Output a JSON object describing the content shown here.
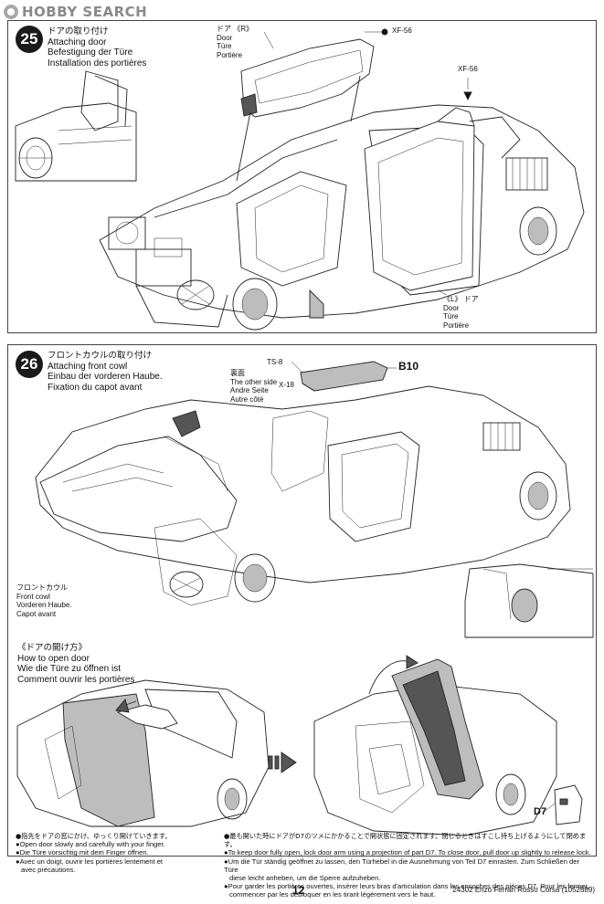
{
  "watermark": {
    "text": "HOBBY SEARCH"
  },
  "step25": {
    "number": "25",
    "title_jp": "ドアの取り付け",
    "title_en": "Attaching door",
    "title_de": "Befestigung der Türe",
    "title_fr": "Installation des portières",
    "door_r": {
      "jp": "ドア",
      "code": "《R》",
      "en": "Door",
      "de": "Türe",
      "fr": "Portière"
    },
    "door_l": {
      "jp": "ドア",
      "code": "《L》",
      "en": "Door",
      "de": "Türe",
      "fr": "Portière"
    },
    "xf56_top": "XF-56",
    "xf56_right": "XF-56"
  },
  "step26": {
    "number": "26",
    "title_jp": "フロントカウルの取り付け",
    "title_en": "Attaching front cowl",
    "title_de": "Einbau der vorderen Haube.",
    "title_fr": "Fixation du capot avant",
    "ts8": "TS-8",
    "other_side": {
      "jp": "裏面",
      "en": "The other side",
      "de": "Andre Seite",
      "fr": "Autre côté"
    },
    "x18": "X-18",
    "b10": "B10",
    "front_cowl": {
      "jp": "フロントカウル",
      "en": "Front cowl",
      "de": "Vorderen Haube.",
      "fr": "Capot avant"
    }
  },
  "door_open": {
    "title_jp": "《ドアの開け方》",
    "title_en": "How to open door",
    "title_de": "Wie die Türe zu öffnen ist",
    "title_fr": "Comment ouvrir les portières",
    "d7": "D7",
    "notes_left": [
      "●指先をドアの窓にかけ、ゆっくり開けていきます。",
      "●Open door slowly and carefully with your finger.",
      "●Die Türe vorsichtig mit dem Finger öffnen.",
      "●Avec un doigt, ouvrir les portières lentement et",
      "avec précautions."
    ],
    "notes_right": [
      "●最も開いた時にドアがD7のツメにかかることで開状態に固定されます。閉じるときはすこし持ち上げるようにして閉めます。",
      "●To keep door fully open, lock door arm using a projection of part D7. To close door, pull door up slightly to release lock.",
      "●Um die Tür ständig geöffnet zu lassen, den Türhebel in die Ausnehmung von Teil D7 einrasten. Zum Schließen der Türe",
      "diese leicht anheben, um die Sperre aufzuheben.",
      "●Pour garder les portières ouvertes, insérer leurs bras d'articulation dans les encoches des pièces D7. Pour les fermer,",
      "commencer par les débloquer en les tirant légèrement vers le haut."
    ]
  },
  "footer": {
    "page": "12",
    "code": "24302  Enzo Ferrari Rosso Corsa (1052689)"
  }
}
